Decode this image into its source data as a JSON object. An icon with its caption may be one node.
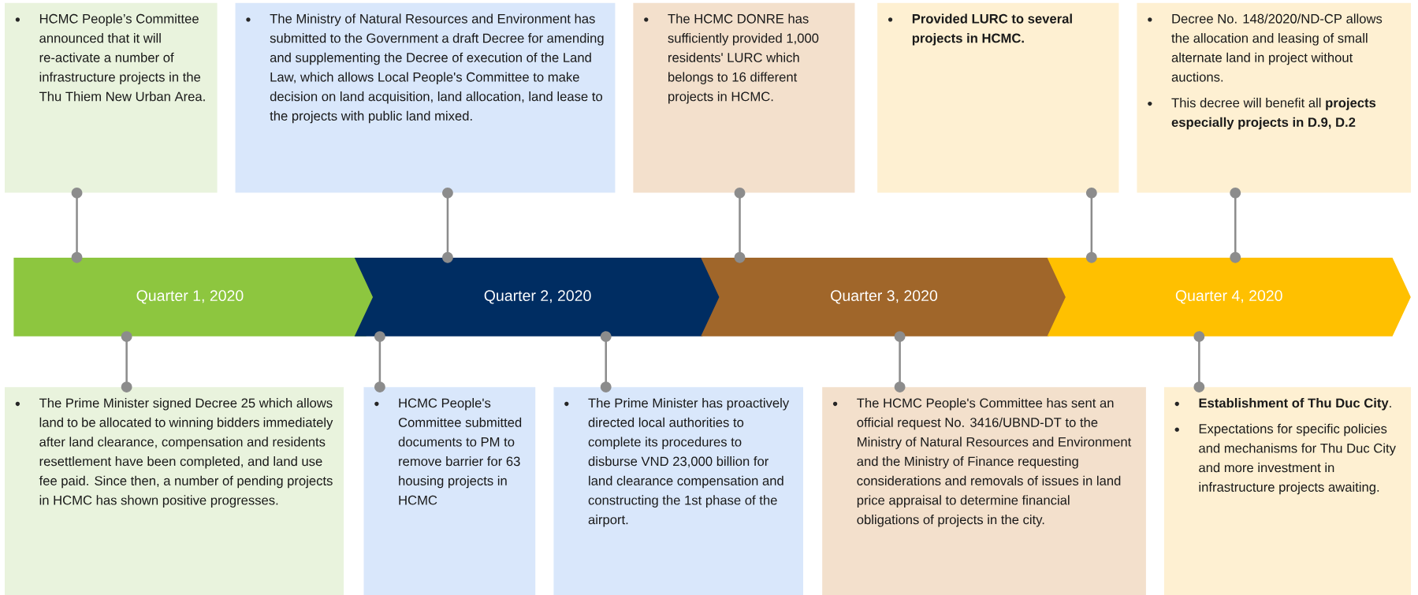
{
  "diagram": {
    "nodes": [
      {
        "text": [
          "Quarter 1, 2020"
        ]
      },
      {
        "text": [
          "Quarter 2, 2020"
        ]
      },
      {
        "text": [
          "Quarter 3, 2020"
        ]
      },
      {
        "text": [
          "Quarter 4, 2020"
        ]
      },
      {
        "text": [
          "HCMC People’s Committee announced that it will re-activate a number of infrastructure projects in the Thu Thiem New Urban Area."
        ]
      },
      {
        "text": [
          "The Ministry of Natural Resources and Environment has submitted to the Government a draft Decree for amending and supplementing the Decree of execution of the Land Law, which allows Local People's Committee to make decision on land acquisition, land allocation, land lease to the projects with public land mixed."
        ]
      },
      {
        "text": [
          "The HCMC DONRE has sufficiently provided 1,000 residents' LURC which belongs to 16 different projects in HCMC."
        ]
      },
      {
        "text": [
          "Provided LURC to several projects in HCMC."
        ]
      },
      {
        "text": [
          "Decree No. 148/2020/ND-CP allows the allocation and leasing of small alternate land in project without auctions.",
          "This decree will benefit all **projects especially projects in D.9, D.2**"
        ]
      },
      {
        "text": [
          "The Prime Minister signed Decree 25 which allows land to be allocated to winning bidders immediately after land clearance, compensation and residents resettlement have been completed, and land use fee paid. Since then, a number of pending projects in HCMC has shown positive progresses."
        ]
      },
      {
        "text": [
          "HCMC People's Committee submitted documents to PM to remove barrier for 63 housing projects in HCMC"
        ]
      },
      {
        "text": [
          "The Prime Minister has proactively directed local authorities to complete its procedures to disburse VND 23,000 billion for land clearance compensation and constructing the 1st phase of the airport."
        ]
      },
      {
        "text": [
          "The HCMC People's Committee has sent an official request No. 3416/UBND-DT to the Ministry of Natural Resources and Environment and the Ministry of Finance requesting considerations and removals of issues in land price appraisal to determine financial obligations of projects in the city."
        ]
      },
      {
        "text": [
          "**Establishment of Thu Duc City**.",
          "Expectations for specific policies and mechanisms for Thu Duc City and more investment in infrastructure projects awaiting."
        ]
      }
    ],
    "edges": [
      {
        "from": 4,
        "to": 0,
        "arrow": "other"
      },
      {
        "from": 5,
        "to": 1,
        "arrow": "other"
      },
      {
        "from": 6,
        "to": 2,
        "arrow": "other"
      },
      {
        "from": 7,
        "to": 3,
        "arrow": "other"
      },
      {
        "from": 8,
        "to": 3,
        "arrow": "other"
      },
      {
        "from": 9,
        "to": 0,
        "arrow": "other"
      },
      {
        "from": 10,
        "to": 1,
        "arrow": "other"
      },
      {
        "from": 11,
        "to": 1,
        "arrow": "other"
      },
      {
        "from": 12,
        "to": 2,
        "arrow": "other"
      },
      {
        "from": 13,
        "to": 3,
        "arrow": "other"
      }
    ]
  }
}
